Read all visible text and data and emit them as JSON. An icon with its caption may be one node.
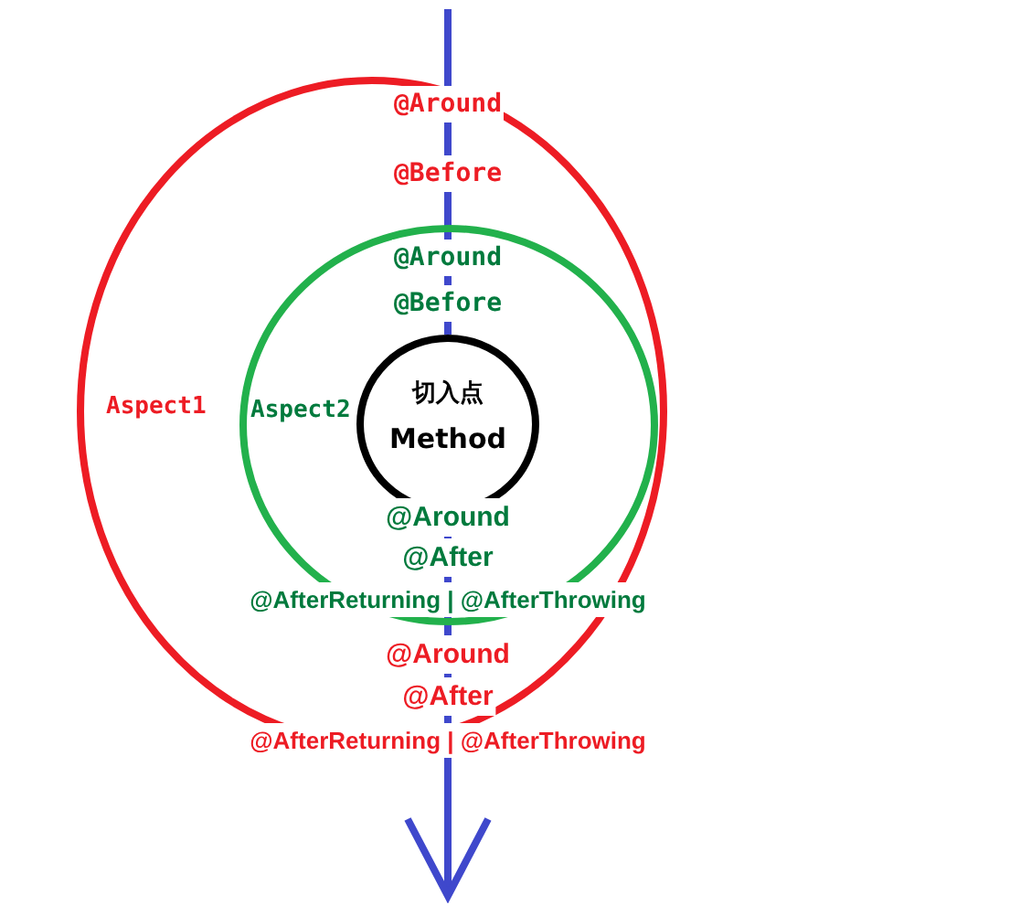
{
  "diagram": {
    "nodes": [
      {
        "text": [
          "Aspect1"
        ]
      },
      {
        "text": [
          "Aspect2"
        ],
        "in": 0
      },
      {
        "text": [
          "切入点",
          "Method"
        ],
        "in": 1
      }
    ],
    "edges": [
      {
        "from": null,
        "to": 2,
        "arrow": "none"
      },
      {
        "from": 2,
        "to": null,
        "arrow": "to"
      }
    ],
    "labels": [
      "@Around",
      "@Before",
      "@Around",
      "@Before",
      "@Around",
      "@After",
      "@AfterReturning | @AfterThrowing",
      "@Around",
      "@After",
      "@AfterReturning | @AfterThrowing"
    ]
  }
}
